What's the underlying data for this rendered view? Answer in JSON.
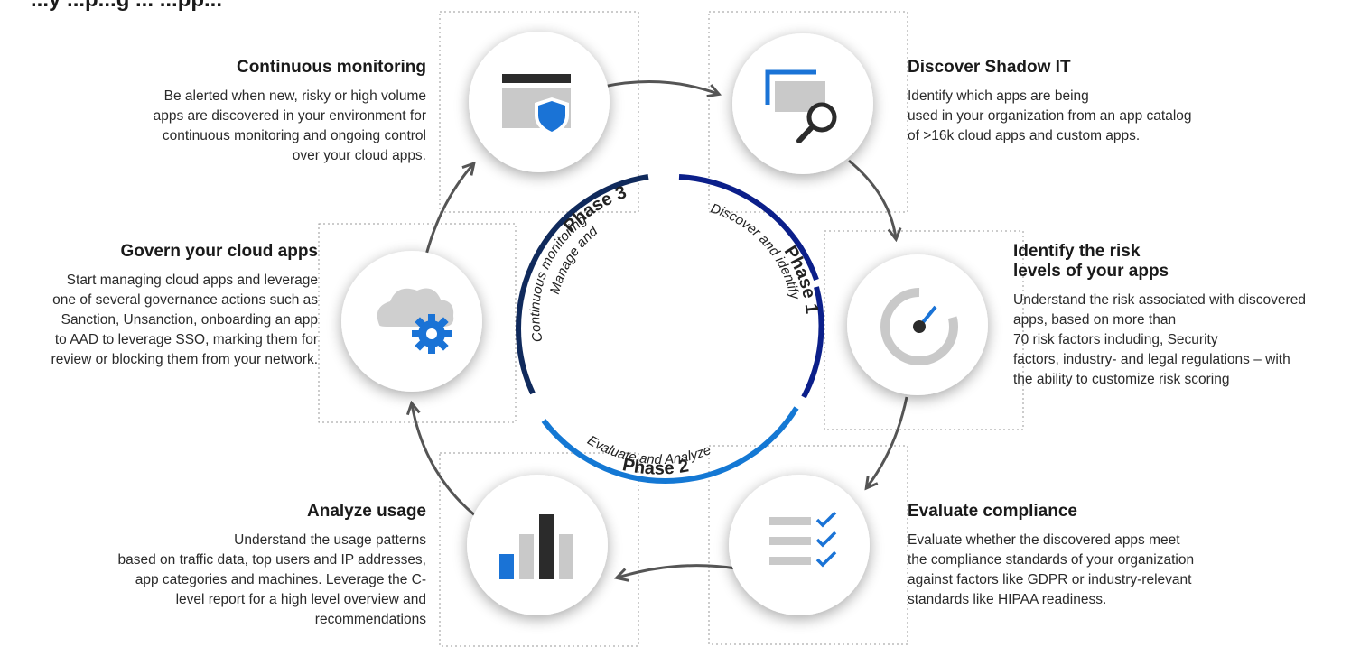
{
  "header": {
    "partial_title": "...y ...p...g ... ...pp..."
  },
  "steps": [
    {
      "id": "continuous",
      "title": "Continuous monitoring",
      "lines": [
        "Be alerted when new, risky or high volume",
        "apps are discovered in your environment for",
        "continuous monitoring and ongoing control",
        "over your cloud apps."
      ],
      "icon": "window-shield-icon"
    },
    {
      "id": "discover",
      "title": "Discover Shadow IT",
      "lines": [
        "Identify which apps are being",
        "used in your organization from an app catalog",
        "of >16k cloud apps and custom apps."
      ],
      "icon": "magnifier-windows-icon"
    },
    {
      "id": "risk",
      "title_lines": [
        "Identify the risk",
        "levels of your apps"
      ],
      "lines": [
        "Understand the risk associated with discovered",
        "apps, based on more than",
        "70 risk factors including, Security",
        "factors, industry- and legal regulations – with",
        "the ability to customize risk scoring"
      ],
      "icon": "gauge-icon"
    },
    {
      "id": "compliance",
      "title": "Evaluate compliance",
      "lines": [
        "Evaluate whether the discovered apps meet",
        "the compliance standards of your organization",
        "against factors like GDPR or industry-relevant",
        "standards like HIPAA readiness."
      ],
      "icon": "checklist-icon"
    },
    {
      "id": "analyze",
      "title": "Analyze usage",
      "lines": [
        "Understand the usage patterns",
        "based on traffic data, top users and IP addresses,",
        "app categories and machines. Leverage the C-",
        "level report for a high level overview and",
        "recommendations"
      ],
      "icon": "bar-chart-icon"
    },
    {
      "id": "govern",
      "title": "Govern your cloud apps",
      "lines": [
        "Start managing cloud apps and leverage",
        "one of several governance actions such as",
        "Sanction, Unsanction, onboarding an app",
        "to AAD to leverage SSO, marking them for",
        "review or blocking them from your network."
      ],
      "icon": "cloud-gear-icon"
    }
  ],
  "phases": {
    "p1": {
      "label": "Phase 1",
      "sub": "Discover and identify",
      "color": "#0b1f8a"
    },
    "p2": {
      "label": "Phase 2",
      "sub": "Evaluate and Analyze",
      "color": "#1478d4"
    },
    "p3": {
      "label": "Phase 3",
      "sub1": "Manage and",
      "sub2": "Continuous monitoring",
      "color": "#102a5c"
    }
  }
}
